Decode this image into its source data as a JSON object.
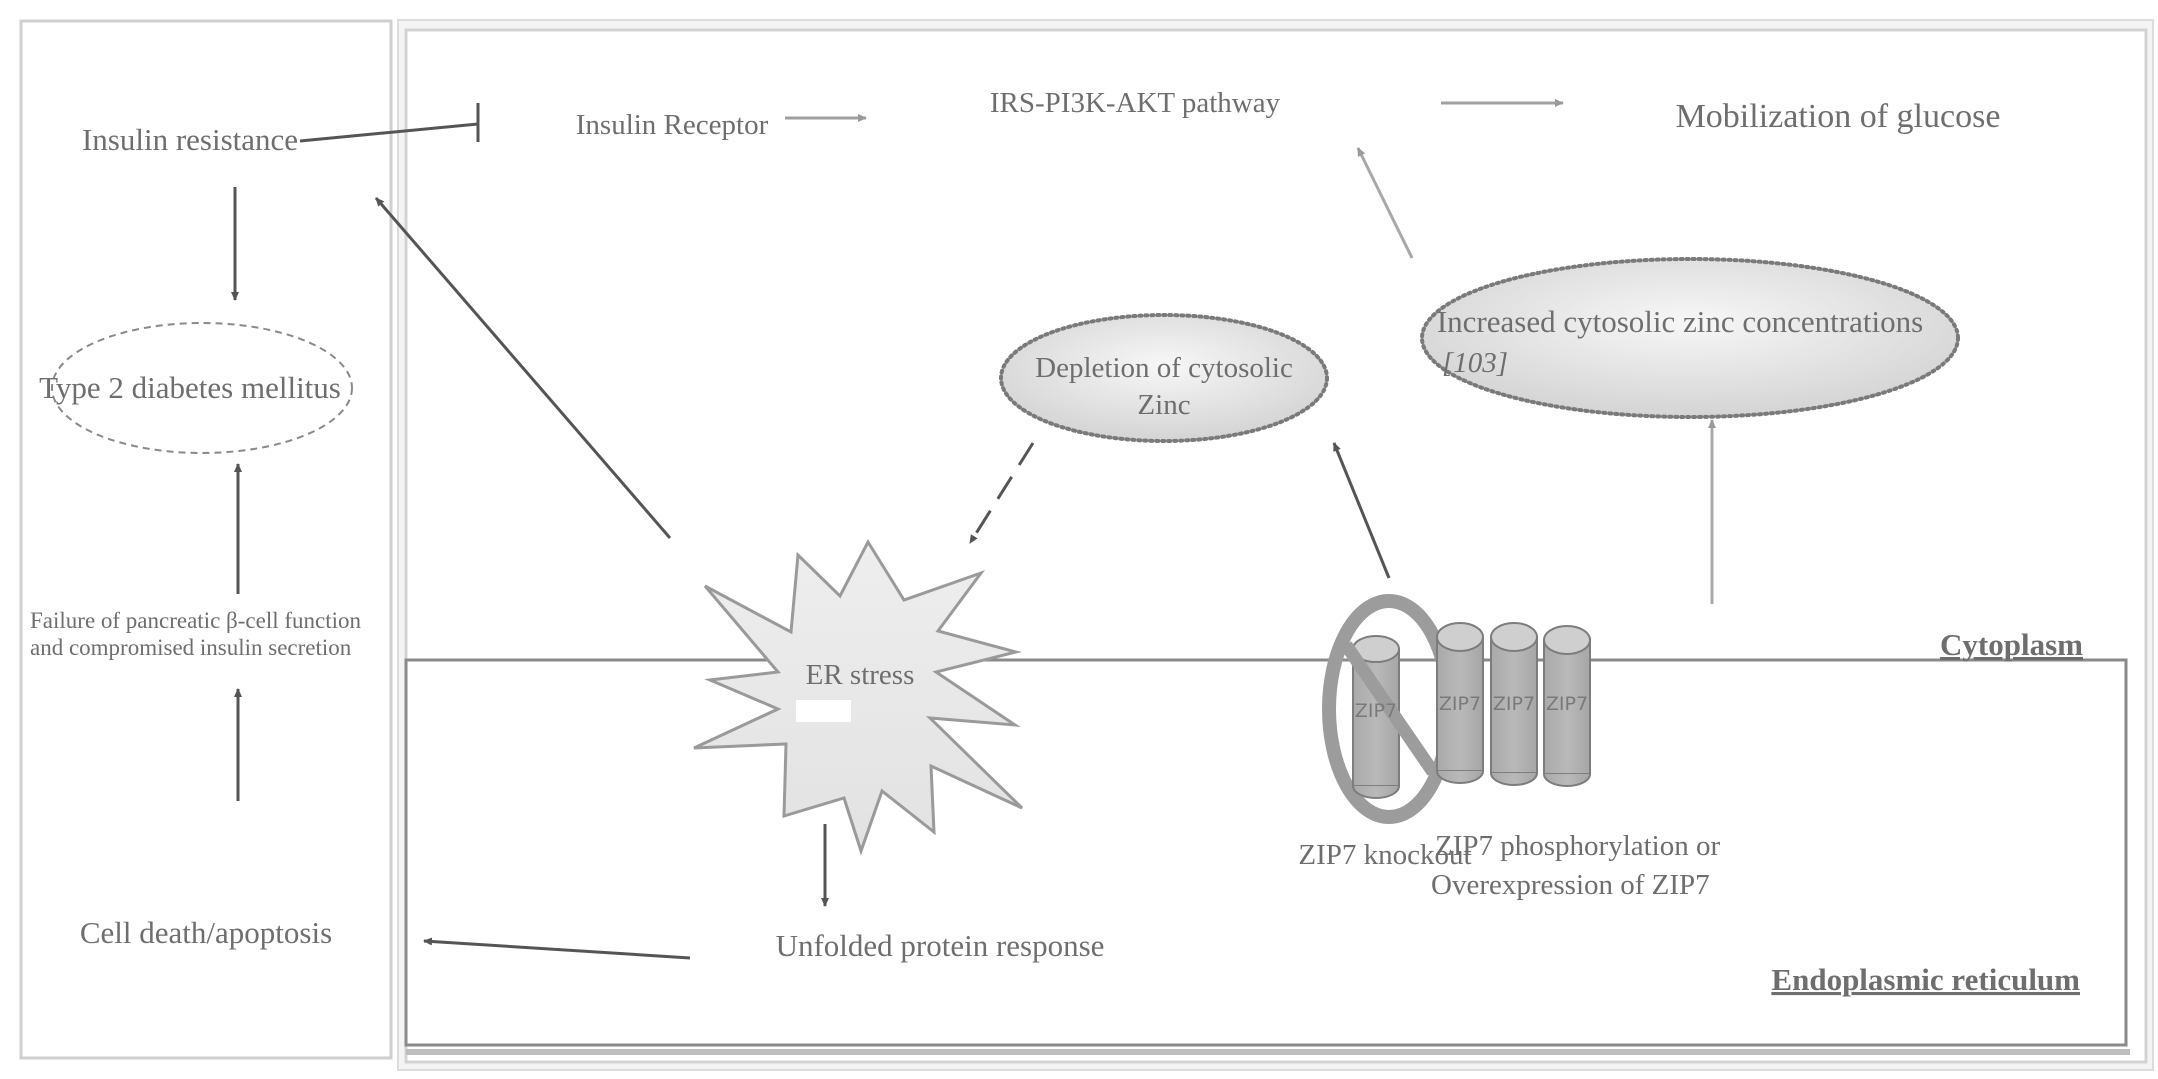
{
  "diagram": {
    "left_panel": {
      "insulin_resistance": "Insulin resistance",
      "t2dm": "Type 2 diabetes mellitus",
      "beta_cell_failure_line1": "Failure of pancreatic β-cell function",
      "beta_cell_failure_line2": "and compromised insulin secretion",
      "cell_death": "Cell death/apoptosis"
    },
    "right_panel": {
      "insulin_receptor": "Insulin Receptor",
      "irs_pathway": "IRS-PI3K-AKT pathway",
      "glucose_mobilization": "Mobilization of glucose",
      "increased_zinc": "Increased cytosolic zinc concentrations",
      "increased_zinc_ref": "[103]",
      "depletion_line1": "Depletion of cytosolic",
      "depletion_line2": "Zinc",
      "er_stress": "ER stress",
      "upr": "Unfolded protein response",
      "zip7_label": "ZIP7",
      "zip7_knockout": "ZIP7 knockout",
      "zip7_phospho_line1": "ZIP7 phosphorylation or",
      "zip7_phospho_line2": "Overexpression of ZIP7",
      "cytoplasm": "Cytoplasm",
      "er": "Endoplasmic reticulum"
    },
    "edges": [
      {
        "from": "Insulin resistance",
        "to": "Insulin Receptor",
        "type": "inhibition"
      },
      {
        "from": "Insulin Receptor",
        "to": "IRS-PI3K-AKT pathway",
        "type": "activation"
      },
      {
        "from": "IRS-PI3K-AKT pathway",
        "to": "Mobilization of glucose",
        "type": "activation"
      },
      {
        "from": "Increased cytosolic zinc concentrations",
        "to": "IRS-PI3K-AKT pathway",
        "type": "activation"
      },
      {
        "from": "ZIP7 phosphorylation or Overexpression of ZIP7",
        "to": "Increased cytosolic zinc concentrations",
        "type": "activation"
      },
      {
        "from": "ZIP7 knockout",
        "to": "Depletion of cytosolic Zinc",
        "type": "activation"
      },
      {
        "from": "Depletion of cytosolic Zinc",
        "to": "ER stress",
        "type": "dashed"
      },
      {
        "from": "ER stress",
        "to": "Insulin resistance",
        "type": "activation"
      },
      {
        "from": "ER stress",
        "to": "Unfolded protein response",
        "type": "activation"
      },
      {
        "from": "Unfolded protein response",
        "to": "Cell death/apoptosis",
        "type": "activation"
      },
      {
        "from": "Cell death/apoptosis",
        "to": "Failure of pancreatic β-cell function and compromised insulin secretion",
        "type": "activation"
      },
      {
        "from": "Failure of pancreatic β-cell function and compromised insulin secretion",
        "to": "Type 2 diabetes mellitus",
        "type": "activation"
      },
      {
        "from": "Insulin resistance",
        "to": "Type 2 diabetes mellitus",
        "type": "activation"
      }
    ]
  }
}
